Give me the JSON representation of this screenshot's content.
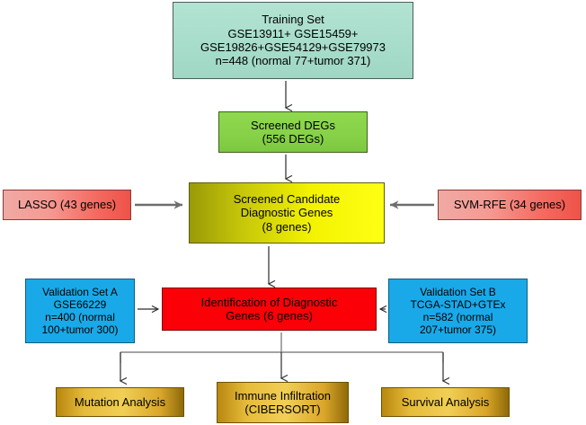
{
  "diagram": {
    "title": "Study workflow for identification of diagnostic genes",
    "background": "#ffffff",
    "nodes": {
      "training_set": {
        "name": "training-set",
        "lines": [
          "Training Set",
          "GSE13911+ GSE15459+",
          "GSE19826+GSE54129+GSE79973",
          "n=448 (normal 77+tumor 371)"
        ],
        "color": "#a8ddcb"
      },
      "screened_degs": {
        "name": "screened-degs",
        "lines": [
          "Screened DEGs",
          "(556 DEGs)"
        ],
        "color": "#86d147"
      },
      "candidate_genes": {
        "name": "screened-candidate-diagnostic-genes",
        "lines": [
          "Screened Candidate",
          "Diagnostic Genes",
          "(8 genes)"
        ],
        "color": "#f2f200"
      },
      "lasso": {
        "name": "lasso-method",
        "lines": [
          "LASSO (43 genes)"
        ],
        "color": "#f4685f"
      },
      "svm_rfe": {
        "name": "svm-rfe-method",
        "lines": [
          "SVM-RFE (34 genes)"
        ],
        "color": "#f4685f"
      },
      "validation_a": {
        "name": "validation-set-a",
        "lines": [
          "Validation Set A",
          "GSE66229",
          "n=400 (normal",
          "100+tumor 300)"
        ],
        "color": "#19a9e8"
      },
      "validation_b": {
        "name": "validation-set-b",
        "lines": [
          "Validation Set B",
          "TCGA-STAD+GTEx",
          "n=582 (normal",
          "207+tumor 375)"
        ],
        "color": "#19a9e8"
      },
      "identification": {
        "name": "identification-of-diagnostic-genes",
        "lines": [
          "Identification of Diagnostic",
          "Genes (6 genes)"
        ],
        "color": "#fb0007"
      },
      "mutation_analysis": {
        "name": "mutation-analysis",
        "lines": [
          "Mutation Analysis"
        ],
        "color": "#e6bb3a"
      },
      "immune_infiltration": {
        "name": "immune-infiltration",
        "lines": [
          "Immune Infiltration",
          "(CIBERSORT)"
        ],
        "color": "#e6bb3a"
      },
      "survival_analysis": {
        "name": "survival-analysis",
        "lines": [
          "Survival Analysis"
        ],
        "color": "#e6bb3a"
      }
    },
    "connectors": [
      {
        "name": "arrow-training-to-degs",
        "from": "training_set",
        "to": "screened_degs",
        "direction": "down"
      },
      {
        "name": "arrow-degs-to-candidate",
        "from": "screened_degs",
        "to": "candidate_genes",
        "direction": "down"
      },
      {
        "name": "arrow-lasso-to-candidate",
        "from": "lasso",
        "to": "candidate_genes",
        "direction": "right"
      },
      {
        "name": "arrow-svmrfe-to-candidate",
        "from": "svm_rfe",
        "to": "candidate_genes",
        "direction": "left"
      },
      {
        "name": "arrow-candidate-to-identification",
        "from": "candidate_genes",
        "to": "identification",
        "direction": "down"
      },
      {
        "name": "arrow-validation-a-to-identification",
        "from": "validation_a",
        "to": "identification",
        "direction": "right"
      },
      {
        "name": "arrow-validation-b-to-identification",
        "from": "validation_b",
        "to": "identification",
        "direction": "left"
      },
      {
        "name": "arrow-identification-to-mutation",
        "from": "identification",
        "to": "mutation_analysis",
        "direction": "down"
      },
      {
        "name": "arrow-identification-to-immune",
        "from": "identification",
        "to": "immune_infiltration",
        "direction": "down"
      },
      {
        "name": "arrow-identification-to-survival",
        "from": "identification",
        "to": "survival_analysis",
        "direction": "down"
      }
    ]
  }
}
